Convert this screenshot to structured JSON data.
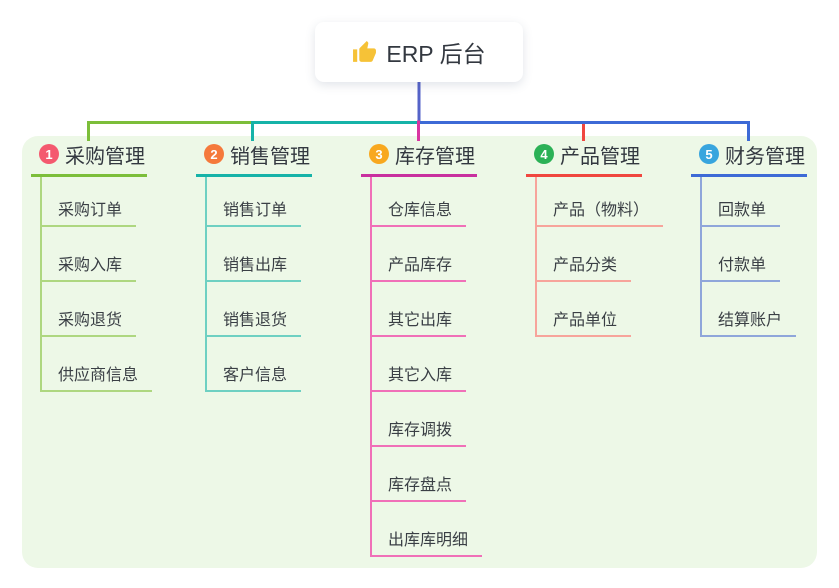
{
  "root": {
    "label": "ERP 后台",
    "icon": "thumbs-up-icon",
    "icon_color": "#F6C237"
  },
  "branches": [
    {
      "num": "1",
      "label": "采购管理",
      "badge_color": "#F4596F",
      "accent": "#7CBE3A",
      "pale": "#AED780",
      "connector": "#7CBE3A",
      "children": [
        "采购订单",
        "采购入库",
        "采购退货",
        "供应商信息"
      ]
    },
    {
      "num": "2",
      "label": "销售管理",
      "badge_color": "#F5793B",
      "accent": "#16B3A8",
      "pale": "#6ED0C2",
      "connector": "#16B3A8",
      "children": [
        "销售订单",
        "销售出库",
        "销售退货",
        "客户信息"
      ]
    },
    {
      "num": "3",
      "label": "库存管理",
      "badge_color": "#F8A81F",
      "accent": "#C9309F",
      "pale": "#F070B8",
      "connector": "#D935A2",
      "children": [
        "仓库信息",
        "产品库存",
        "其它出库",
        "其它入库",
        "库存调拨",
        "库存盘点",
        "出库库明细"
      ]
    },
    {
      "num": "4",
      "label": "产品管理",
      "badge_color": "#2BB156",
      "accent": "#F0473F",
      "pale": "#F7A49B",
      "connector": "#F0473F",
      "children": [
        "产品（物料）",
        "产品分类",
        "产品单位"
      ]
    },
    {
      "num": "5",
      "label": "财务管理",
      "badge_color": "#38A5DE",
      "accent": "#3D6AD6",
      "pale": "#8FA6DA",
      "connector": "#3D6AD6",
      "children": [
        "回款单",
        "付款单",
        "结算账户"
      ]
    }
  ],
  "colors": {
    "panel_bg": "#EDF8E7",
    "root_line": "#5563C8",
    "card_bg": "#FFFFFF"
  }
}
